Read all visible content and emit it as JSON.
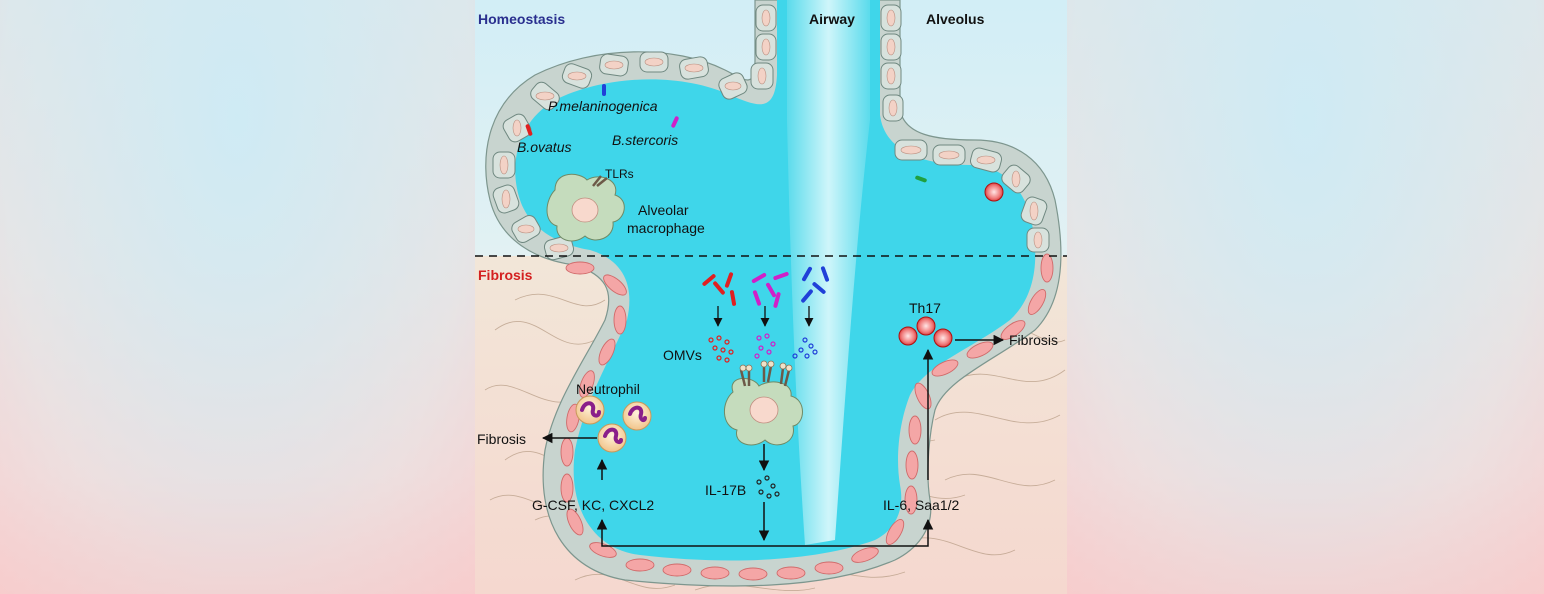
{
  "sections": {
    "homeostasis": "Homeostasis",
    "fibrosis": "Fibrosis"
  },
  "regions": {
    "airway": "Airway",
    "alveolus": "Alveolus"
  },
  "bacteria": {
    "p_melaninogenica": "P.melaninogenica",
    "b_ovatus": "B.ovatus",
    "b_stercoris": "B.stercoris"
  },
  "cells": {
    "tlrs": "TLRs",
    "alveolar_macrophage_line1": "Alveolar",
    "alveolar_macrophage_line2": "macrophage",
    "neutrophil": "Neutrophil",
    "th17": "Th17"
  },
  "mediators": {
    "omvs": "OMVs",
    "il17b": "IL-17B",
    "gcsf": "G-CSF, KC, CXCL2",
    "il6": "IL-6, Saa1/2"
  },
  "outcomes": {
    "fibrosis_left": "Fibrosis",
    "fibrosis_right": "Fibrosis"
  },
  "colors": {
    "homeostasis_title": "#2a2f8f",
    "fibrosis_title": "#d42020",
    "lumen": "#3fd6ea",
    "b_ovatus": "#e02020",
    "b_stercoris": "#d020c8",
    "p_melaninogenica": "#2040d8"
  }
}
